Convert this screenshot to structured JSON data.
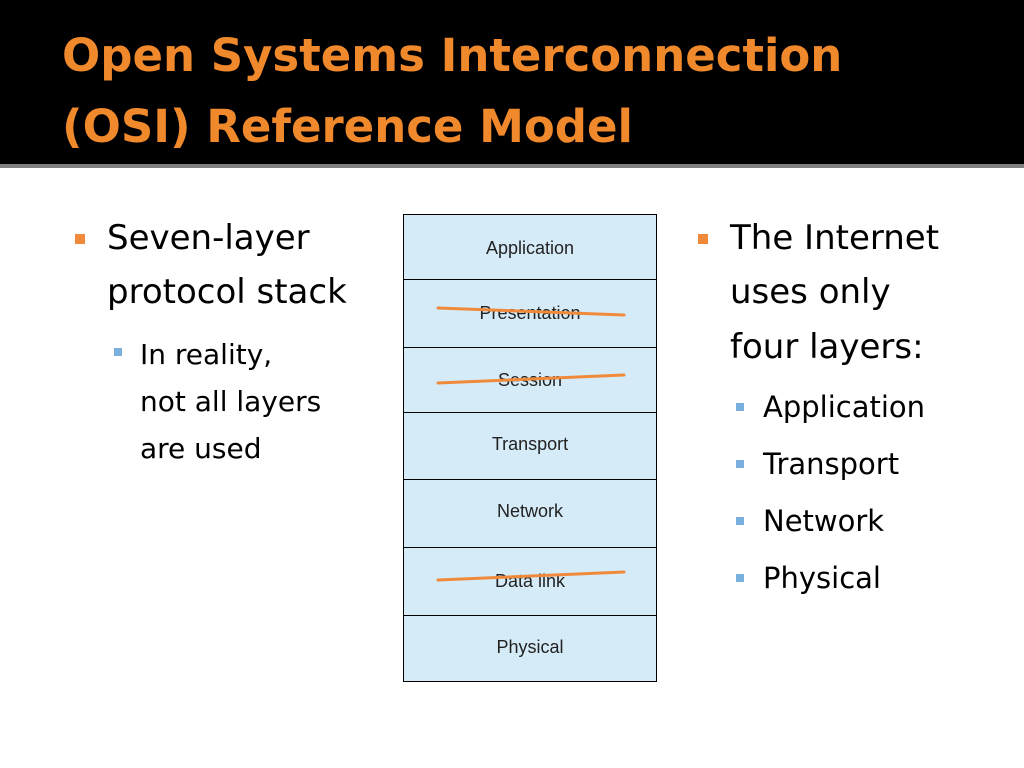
{
  "title": {
    "line1": "Open Systems Interconnection",
    "line2": "(OSI) Reference Model"
  },
  "left": {
    "bullet_line1": "Seven-layer",
    "bullet_line2": "protocol stack",
    "sub_line1": "In reality,",
    "sub_line2": "not all layers",
    "sub_line3": "are used"
  },
  "stack": {
    "layers": [
      {
        "label": "Application",
        "crossed_out": false
      },
      {
        "label": "Presentation",
        "crossed_out": true
      },
      {
        "label": "Session",
        "crossed_out": true
      },
      {
        "label": "Transport",
        "crossed_out": false
      },
      {
        "label": "Network",
        "crossed_out": false
      },
      {
        "label": "Data link",
        "crossed_out": true
      },
      {
        "label": "Physical",
        "crossed_out": false
      }
    ]
  },
  "right": {
    "bullet_line1": "The Internet",
    "bullet_line2": "uses only",
    "bullet_line3": "four layers:",
    "items": [
      "Application",
      "Transport",
      "Network",
      "Physical"
    ]
  },
  "colors": {
    "title": "#f0892c",
    "bullet": "#f08a3a",
    "sub_bullet": "#7ab0de",
    "layer_fill": "#d5ebf8",
    "strike": "#f08a3a"
  }
}
